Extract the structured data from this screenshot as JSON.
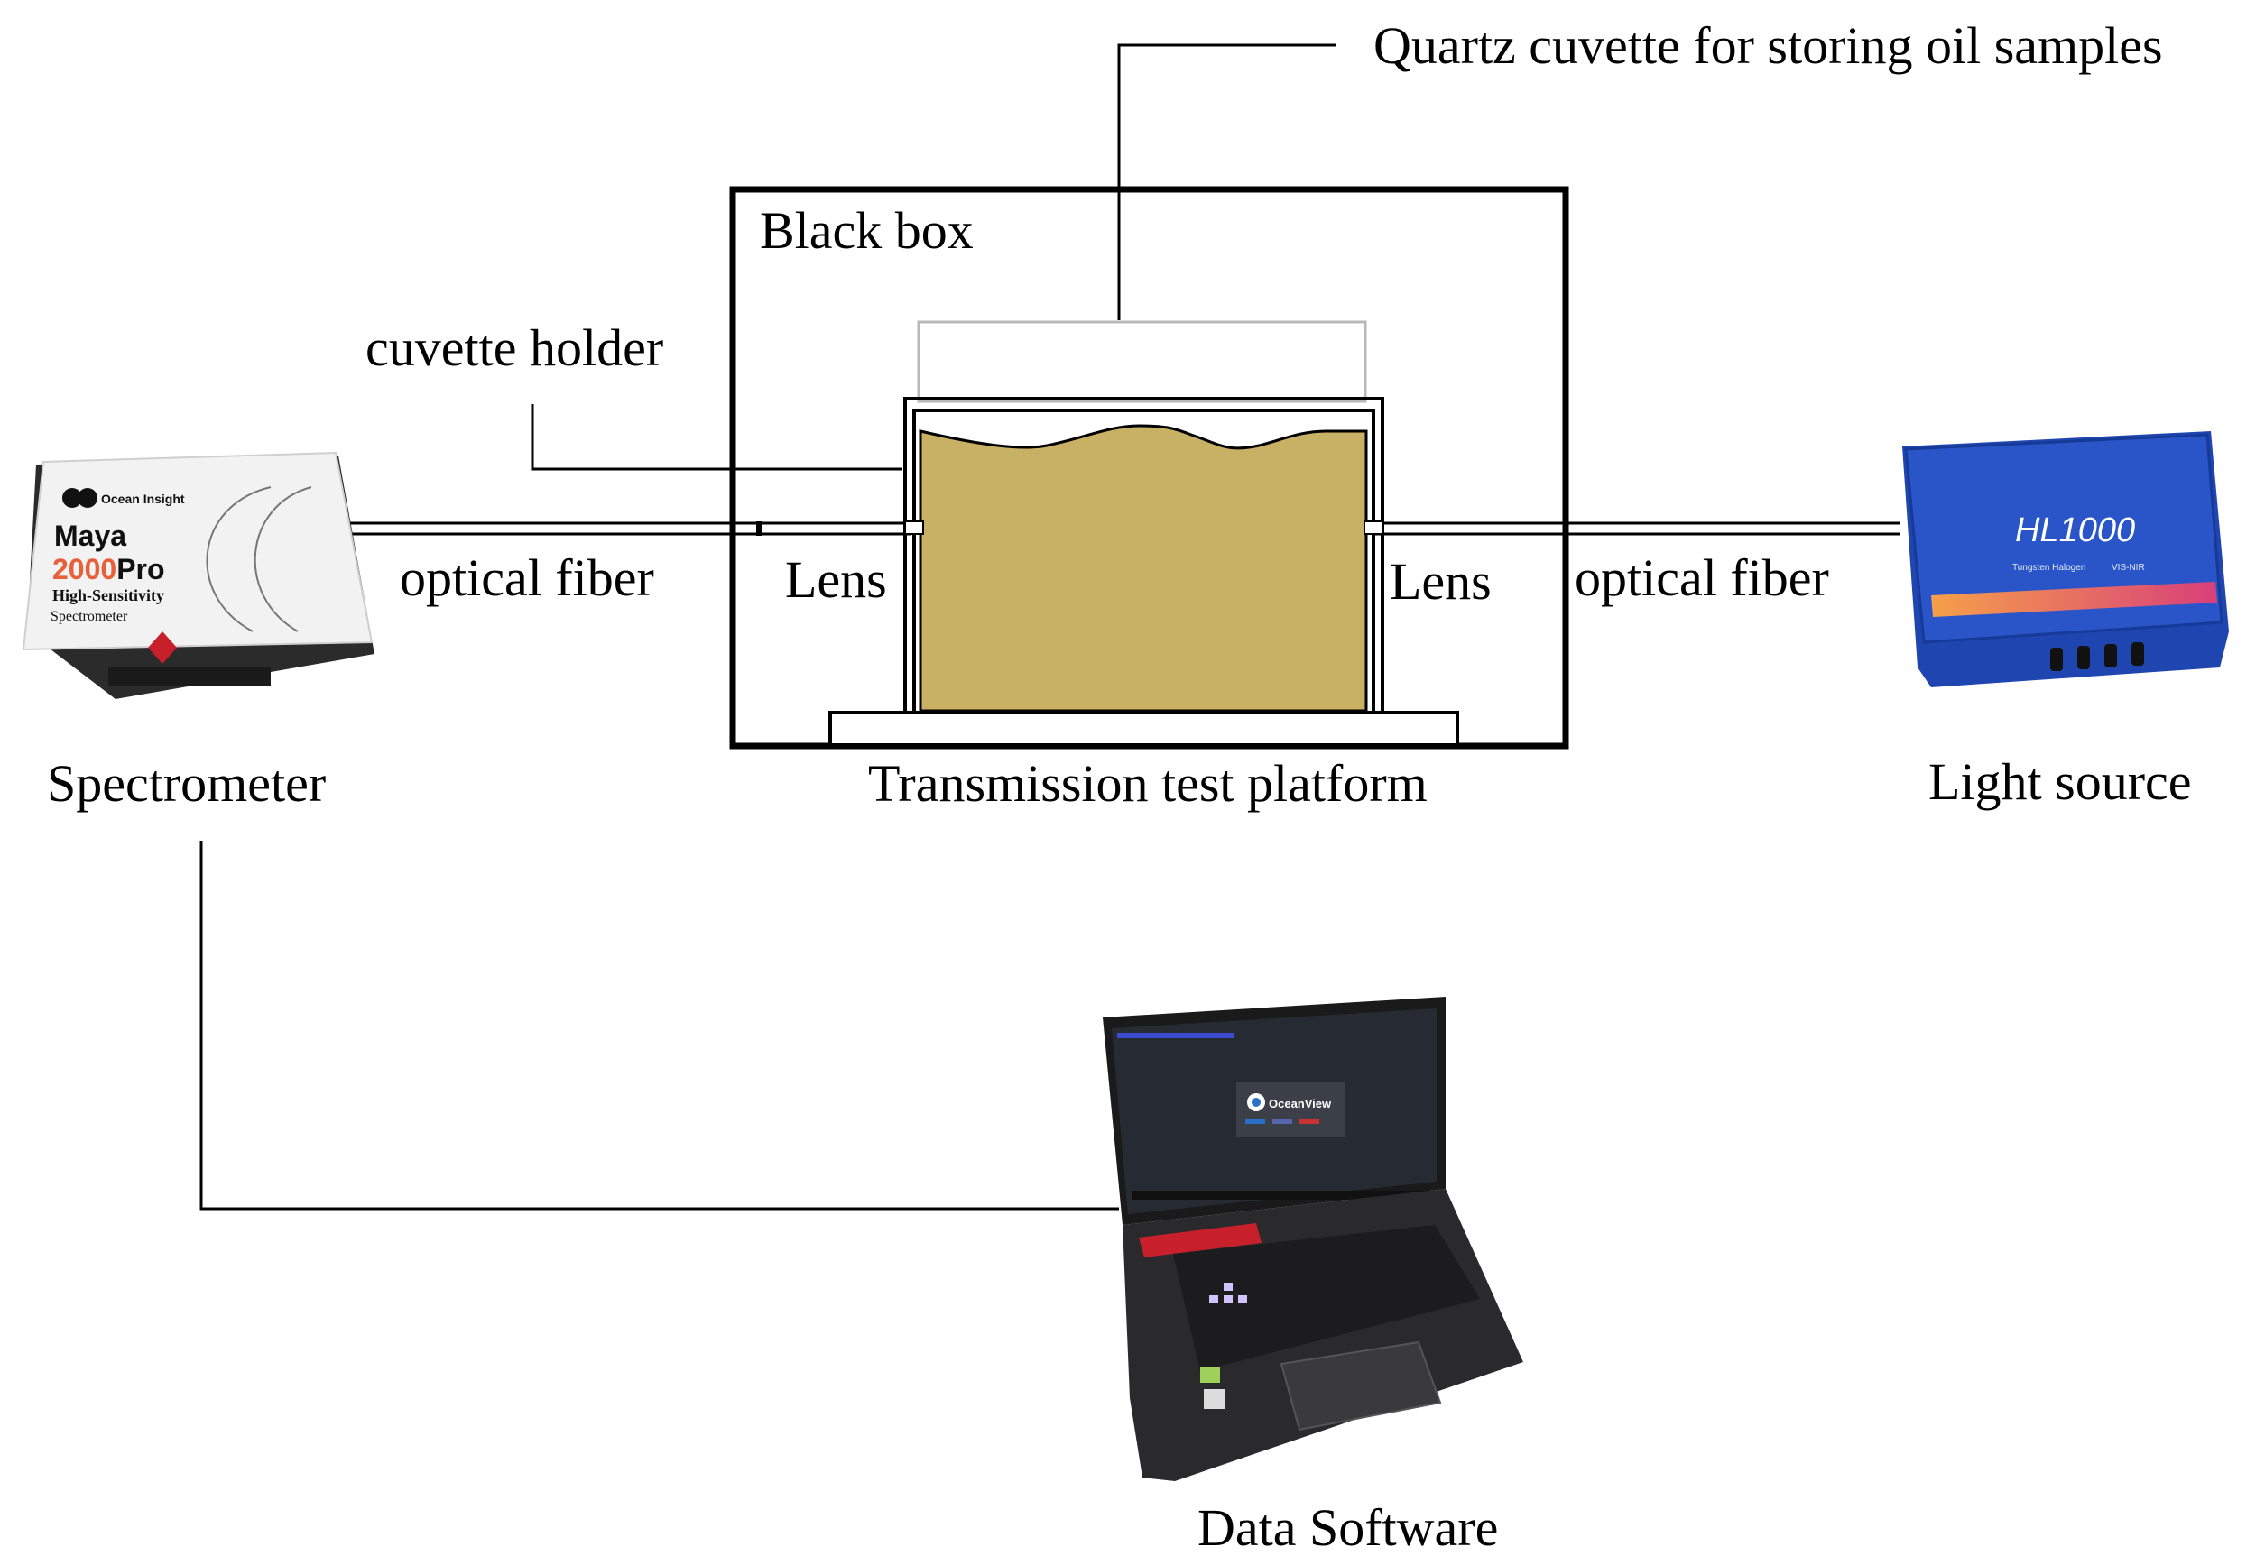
{
  "labels": {
    "quartz_cuvette": "Quartz cuvette for storing oil samples",
    "black_box": "Black box",
    "cuvette_holder": "cuvette holder",
    "optical_fiber_left": "optical fiber",
    "optical_fiber_right": "optical fiber",
    "lens_left": "Lens",
    "lens_right": "Lens",
    "spectrometer": "Spectrometer",
    "platform": "Transmission test platform",
    "light_source": "Light source",
    "data_software": "Data Software"
  },
  "spectrometer_device": {
    "brand": "Ocean Insight",
    "model_line1": "Maya",
    "model_num": "2000",
    "model_suffix": "Pro",
    "subtitle1": "High-Sensitivity",
    "subtitle2": "Spectrometer"
  },
  "light_source_device": {
    "model": "HL1000",
    "subtitle": "Tungsten Halogen",
    "range": "VIS-NIR"
  },
  "laptop_screen": {
    "app_name": "OceanView"
  },
  "colors": {
    "oil_sample": "#c8b064",
    "light_source_body": "#2a55c8",
    "spectrometer_accent": "#e8603a"
  }
}
